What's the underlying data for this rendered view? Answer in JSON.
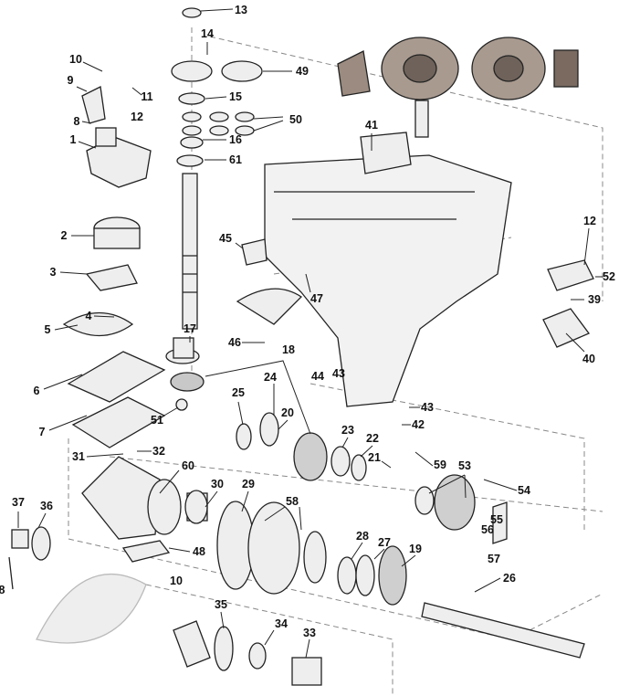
{
  "diagram": {
    "labels": {
      "l13": "13",
      "l14": "14",
      "l49": "49",
      "l10a": "10",
      "l9": "9",
      "l11": "11",
      "l15": "15",
      "l8a": "8",
      "l12a": "12",
      "l50": "50",
      "l1": "1",
      "l16": "16",
      "l61": "61",
      "l41": "41",
      "l2": "2",
      "l45": "45",
      "l12b": "12",
      "l52": "52",
      "l3": "3",
      "l47": "47",
      "l39": "39",
      "l4": "4",
      "l5": "5",
      "l40": "40",
      "l17": "17",
      "l46": "46",
      "l18": "18",
      "l43a": "43",
      "l44": "44",
      "l6": "6",
      "l24": "24",
      "l25": "25",
      "l20": "20",
      "l51": "51",
      "l43b": "43",
      "l42": "42",
      "l7": "7",
      "l23": "23",
      "l22": "22",
      "l21": "21",
      "l59": "59",
      "l31": "31",
      "l32": "32",
      "l53": "53",
      "l60": "60",
      "l54": "54",
      "l30": "30",
      "l29": "29",
      "l58": "58",
      "l55": "55",
      "l56": "56",
      "l37": "37",
      "l36": "36",
      "l57": "57",
      "l48": "48",
      "l28": "28",
      "l27": "27",
      "l19": "19",
      "l8b": "8",
      "l10b": "10",
      "l26": "26",
      "l35": "35",
      "l34": "34",
      "l33": "33"
    },
    "colors": {
      "line": "#222222",
      "fill": "#e6e6e6",
      "gear": "#8a7a70",
      "dash": "#888888"
    }
  }
}
